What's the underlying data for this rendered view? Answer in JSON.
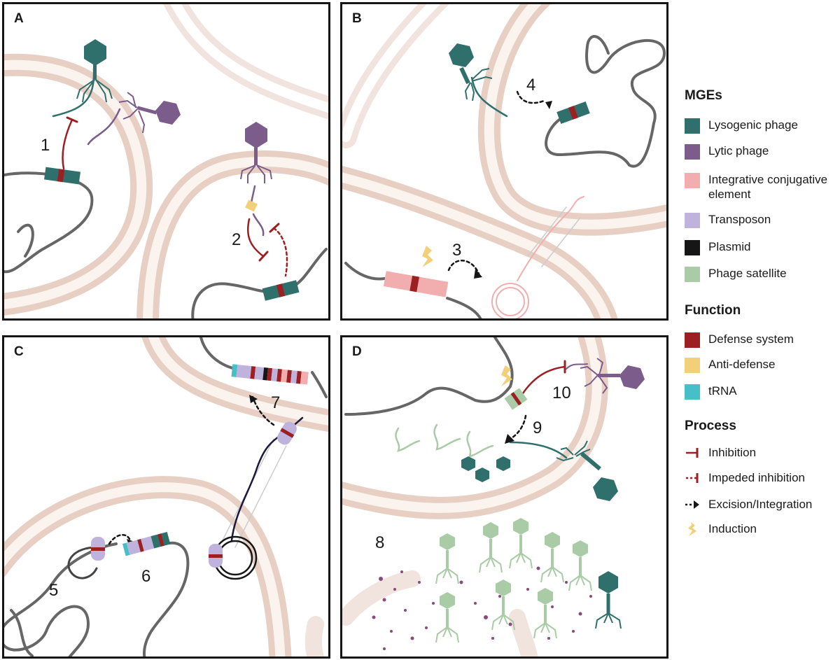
{
  "panels": [
    {
      "letter": "A"
    },
    {
      "letter": "B"
    },
    {
      "letter": "C"
    },
    {
      "letter": "D"
    }
  ],
  "steps": [
    "1",
    "2",
    "3",
    "4",
    "5",
    "6",
    "7",
    "8",
    "9",
    "10"
  ],
  "legend": {
    "mges": {
      "title": "MGEs",
      "items": [
        {
          "label": "Lysogenic phage",
          "color": "#2f6f6c"
        },
        {
          "label": "Lytic phage",
          "color": "#7b5c8b"
        },
        {
          "label": "Integrative conjugative element",
          "color": "#f2aeae"
        },
        {
          "label": "Transposon",
          "color": "#bfb3de"
        },
        {
          "label": "Plasmid",
          "color": "#161616"
        },
        {
          "label": "Phage satellite",
          "color": "#a9cba6"
        }
      ]
    },
    "function": {
      "title": "Function",
      "items": [
        {
          "label": "Defense system",
          "color": "#9c1f22"
        },
        {
          "label": "Anti-defense",
          "color": "#f2cf79"
        },
        {
          "label": "tRNA",
          "color": "#46bfc6"
        }
      ]
    },
    "process": {
      "title": "Process",
      "items": [
        {
          "label": "Inhibition",
          "icon": "inhibition-icon"
        },
        {
          "label": "Impeded inhibition",
          "icon": "impeded-inhibition-icon"
        },
        {
          "label": "Excision/Integration",
          "icon": "dashed-arrow-icon"
        },
        {
          "label": "Induction",
          "icon": "lightning-icon"
        }
      ]
    }
  }
}
